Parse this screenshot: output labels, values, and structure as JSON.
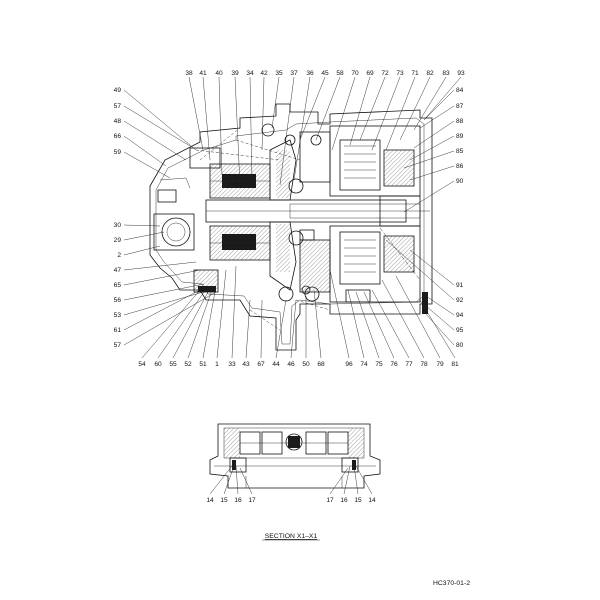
{
  "drawing": {
    "top_labels": [
      "38",
      "41",
      "40",
      "39",
      "34",
      "42",
      "35",
      "37",
      "36",
      "45",
      "58",
      "70",
      "69",
      "72",
      "73",
      "71",
      "82",
      "83",
      "93"
    ],
    "left_labels": [
      "49",
      "57",
      "48",
      "66",
      "59",
      "30",
      "29",
      "2",
      "47",
      "65",
      "56",
      "53",
      "61",
      "57"
    ],
    "right_labels": [
      "84",
      "87",
      "88",
      "89",
      "85",
      "86",
      "90",
      "91",
      "92",
      "94",
      "95",
      "80"
    ],
    "bottom_labels": [
      "54",
      "60",
      "55",
      "52",
      "51",
      "1",
      "33",
      "43",
      "67",
      "44",
      "46",
      "50",
      "68",
      "96",
      "74",
      "75",
      "76",
      "77",
      "78",
      "79",
      "81"
    ],
    "section_labels_left": [
      "14",
      "15",
      "16",
      "17"
    ],
    "section_labels_right": [
      "17",
      "16",
      "15",
      "14"
    ]
  },
  "section_caption": "SECTION  X1–X1",
  "drawing_id": "HC370-01-2"
}
